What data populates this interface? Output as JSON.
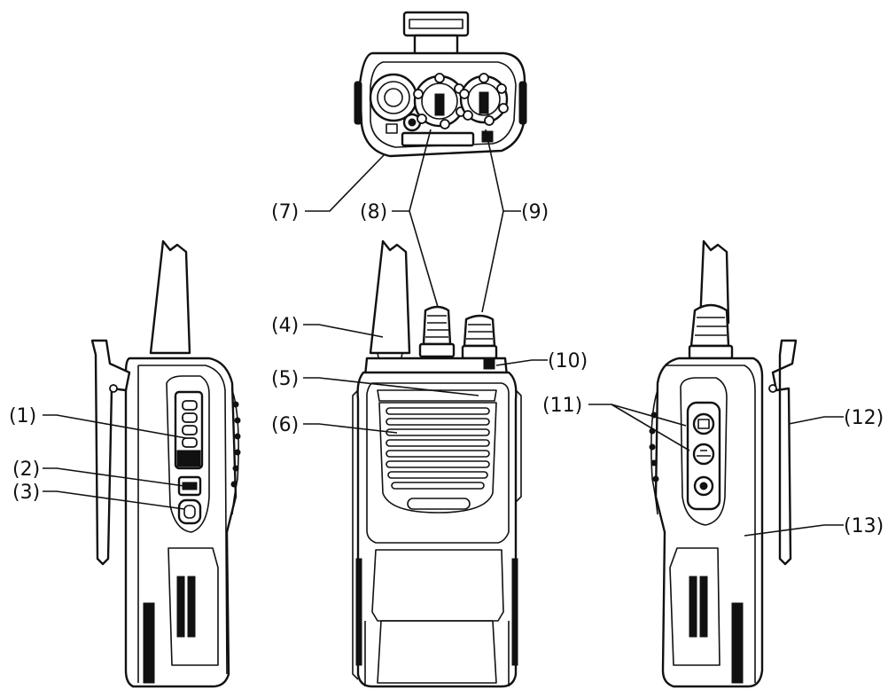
{
  "callouts": [
    {
      "id": "1",
      "text": "(1)"
    },
    {
      "id": "2",
      "text": "(2)"
    },
    {
      "id": "3",
      "text": "(3)"
    },
    {
      "id": "4",
      "text": "(4)"
    },
    {
      "id": "5",
      "text": "(5)"
    },
    {
      "id": "6",
      "text": "(6)"
    },
    {
      "id": "7",
      "text": "(7)"
    },
    {
      "id": "8",
      "text": "(8)"
    },
    {
      "id": "9",
      "text": "(9)"
    },
    {
      "id": "10",
      "text": "(10)"
    },
    {
      "id": "11",
      "text": "(11)"
    },
    {
      "id": "12",
      "text": "(12)"
    },
    {
      "id": "13",
      "text": "(13)"
    }
  ],
  "colors": {
    "ink": "#111111",
    "paper": "#ffffff"
  }
}
